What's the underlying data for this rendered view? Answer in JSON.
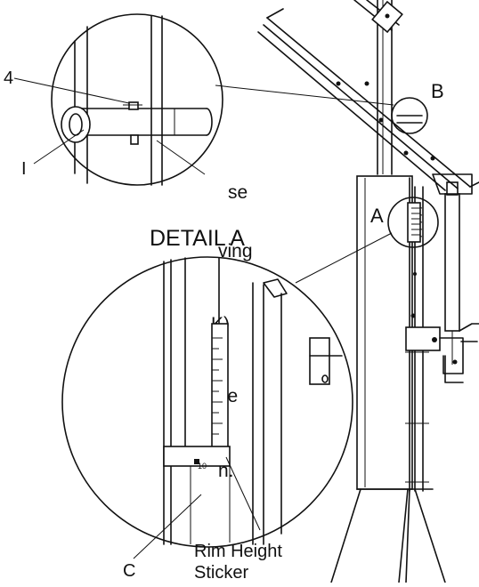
{
  "labels": {
    "callout_4": "4",
    "callout_i": "I",
    "callout_b": "B",
    "callout_a": "A",
    "callout_c": "C",
    "detail_title": "DETAIL A",
    "sticker_line1": "Rim Height",
    "sticker_line2": "Sticker",
    "scale_value": "10"
  },
  "partial_text": [
    {
      "id": "se",
      "text": "se"
    },
    {
      "id": "ving",
      "text": "ving"
    },
    {
      "id": "k",
      "text": "K)"
    },
    {
      "id": "the",
      "text": "the"
    },
    {
      "id": "n",
      "text": "n."
    }
  ]
}
